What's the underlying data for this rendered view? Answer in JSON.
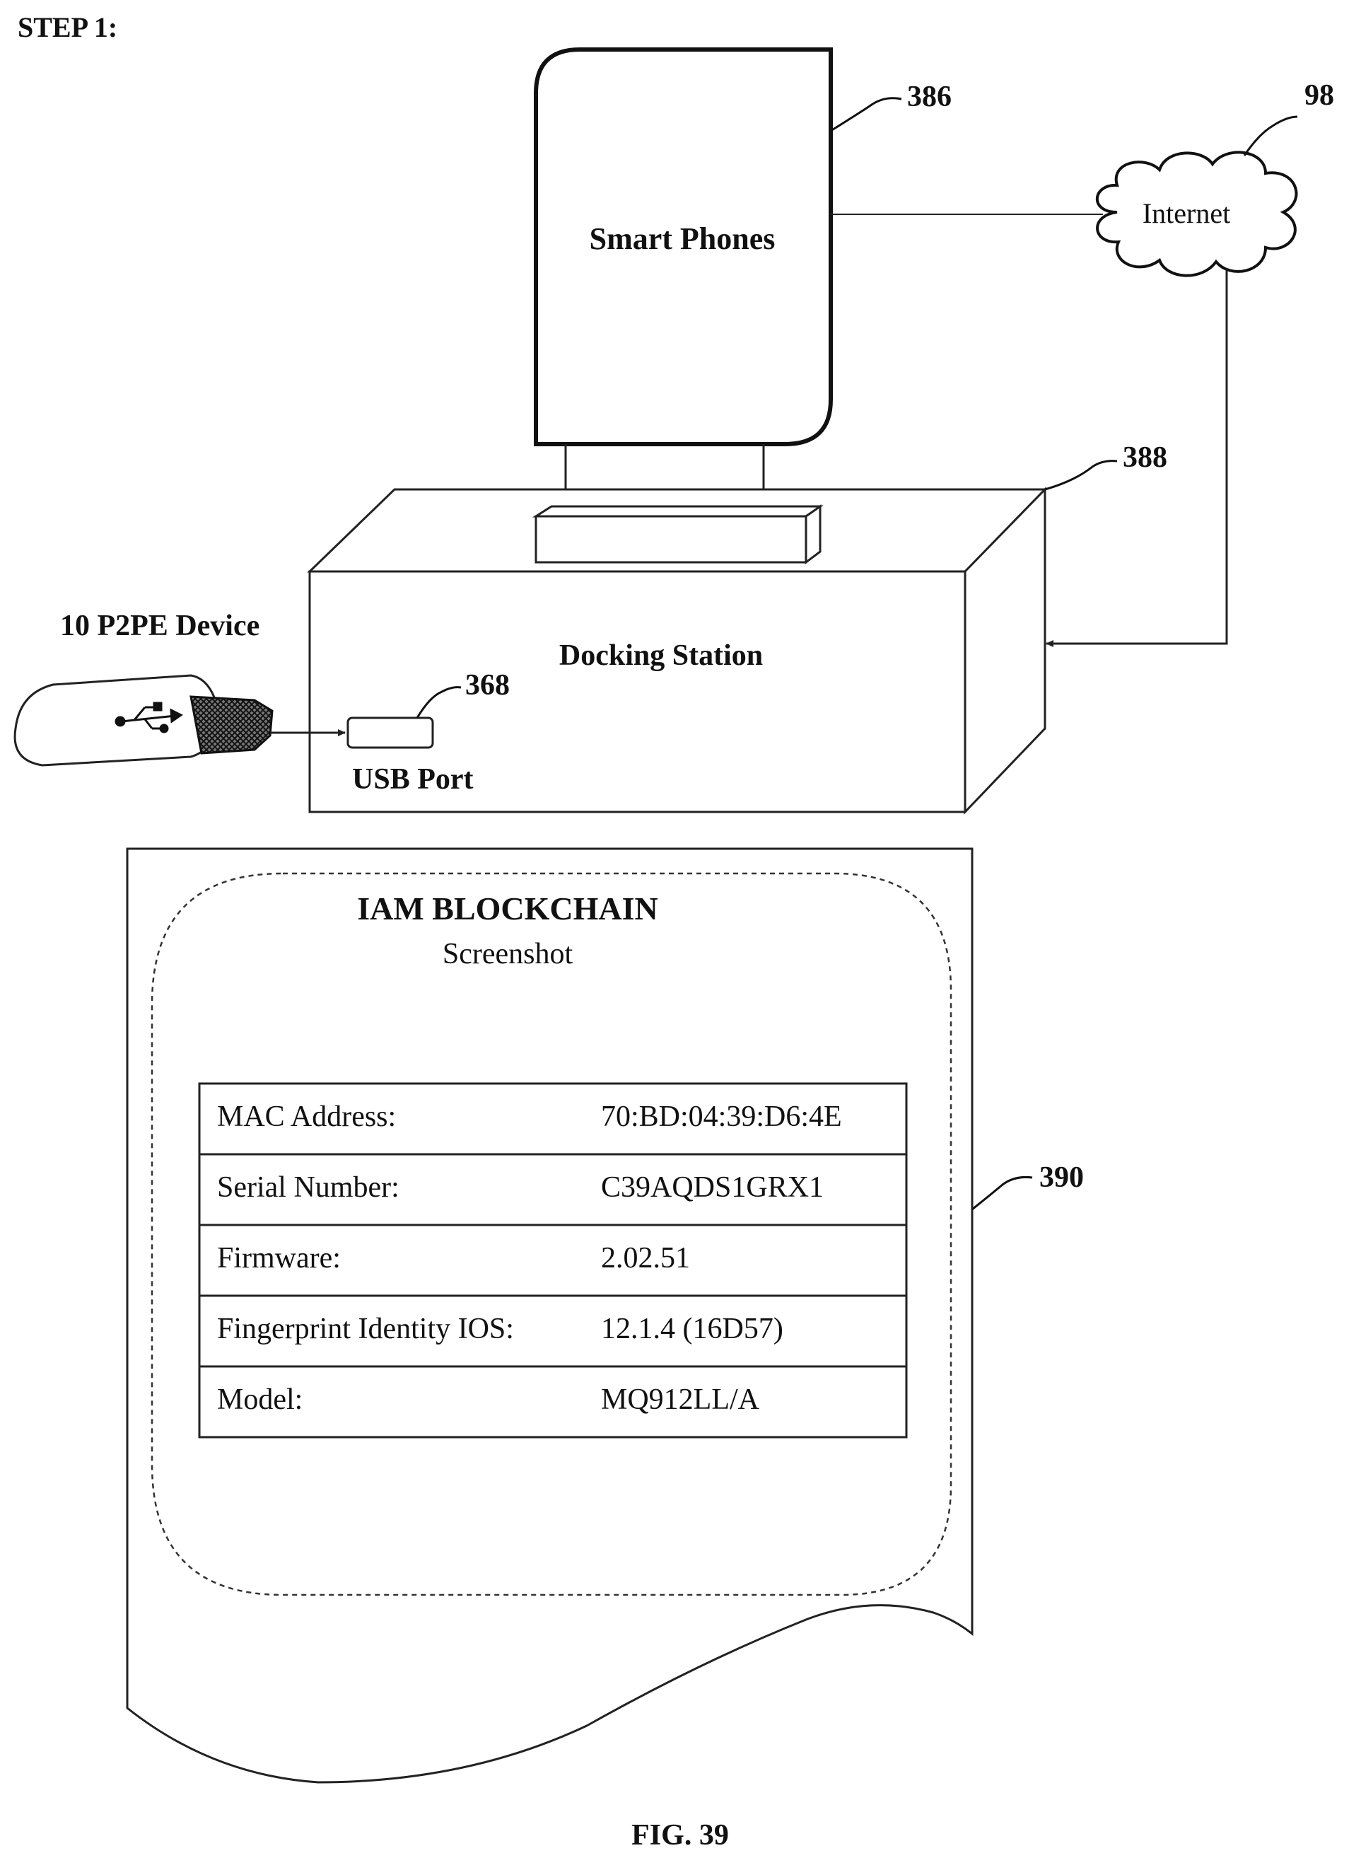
{
  "step_label": "STEP 1:",
  "figure_label": "FIG. 39",
  "smart_phones": {
    "label": "Smart Phones",
    "ref": "386"
  },
  "internet": {
    "label": "Internet",
    "ref": "98"
  },
  "docking_station": {
    "label": "Docking Station",
    "ref": "388"
  },
  "p2pe_device": {
    "label": "10 P2PE Device"
  },
  "usb_port": {
    "label": "USB Port",
    "ref": "368"
  },
  "screenshot_doc": {
    "ref": "390",
    "title": "IAM BLOCKCHAIN",
    "subtitle": "Screenshot",
    "rows": [
      {
        "label": "MAC Address:",
        "value": "70:BD:04:39:D6:4E"
      },
      {
        "label": "Serial Number:",
        "value": "C39AQDS1GRX1"
      },
      {
        "label": "Firmware:",
        "value": "2.02.51"
      },
      {
        "label": "Fingerprint Identity IOS:",
        "value": "12.1.4 (16D57)"
      },
      {
        "label": "Model:",
        "value": "MQ912LL/A"
      }
    ]
  },
  "icons": {
    "usb": "usb-icon",
    "cloud": "cloud-icon"
  }
}
